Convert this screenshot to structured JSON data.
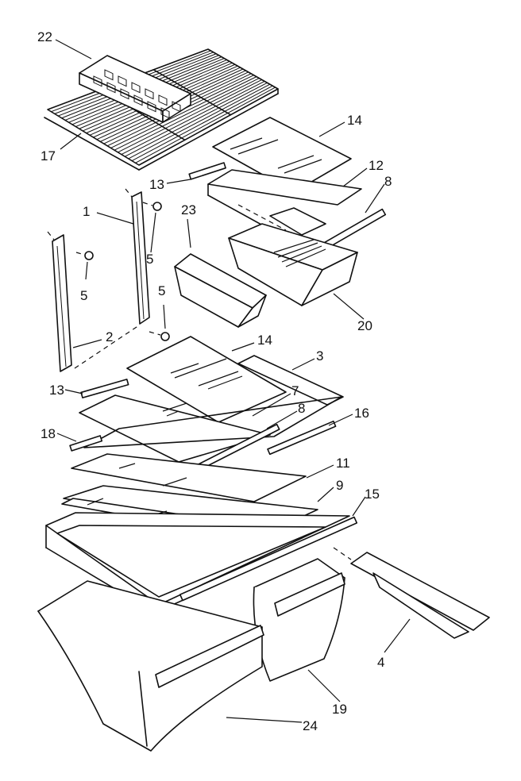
{
  "callouts": [
    {
      "id": "22",
      "text": "22"
    },
    {
      "id": "17",
      "text": "17"
    },
    {
      "id": "14a",
      "text": "14"
    },
    {
      "id": "13a",
      "text": "13"
    },
    {
      "id": "12",
      "text": "12"
    },
    {
      "id": "8a",
      "text": "8"
    },
    {
      "id": "1",
      "text": "1"
    },
    {
      "id": "23",
      "text": "23"
    },
    {
      "id": "5a",
      "text": "5"
    },
    {
      "id": "5b",
      "text": "5"
    },
    {
      "id": "5c",
      "text": "5"
    },
    {
      "id": "20",
      "text": "20"
    },
    {
      "id": "2",
      "text": "2"
    },
    {
      "id": "14b",
      "text": "14"
    },
    {
      "id": "3",
      "text": "3"
    },
    {
      "id": "13b",
      "text": "13"
    },
    {
      "id": "7",
      "text": "7"
    },
    {
      "id": "8b",
      "text": "8"
    },
    {
      "id": "16",
      "text": "16"
    },
    {
      "id": "18",
      "text": "18"
    },
    {
      "id": "11",
      "text": "11"
    },
    {
      "id": "9",
      "text": "9"
    },
    {
      "id": "15",
      "text": "15"
    },
    {
      "id": "4",
      "text": "4"
    },
    {
      "id": "19",
      "text": "19"
    },
    {
      "id": "24",
      "text": "24"
    }
  ]
}
